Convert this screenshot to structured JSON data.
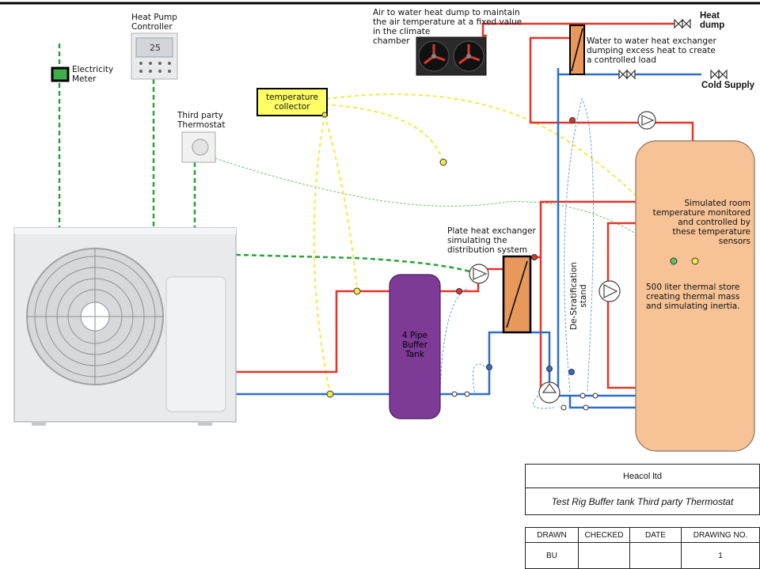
{
  "labels": {
    "heat_pump_controller": "Heat Pump\nController",
    "controller_display": "25",
    "electricity_meter": "Electricity\nMeter",
    "third_party_thermostat": "Third party\nThermostat",
    "temperature_collector": "temperature\ncollector",
    "air_to_water": "Air to water heat dump to maintain\nthe air temperature at a fixed value\nin the climate\nchamber",
    "water_to_water": "Water to water heat exchanger\ndumping excess heat to create\na controlled load",
    "heat_dump": "Heat\ndump",
    "cold_supply": "Cold Supply",
    "simulated_room": "Simulated room\ntemperature monitored\nand controlled by\nthese temperature\nsensors",
    "thermal_store": "500 liter thermal store\ncreating thermal mass\nand simulating inertia.",
    "plate_hx": "Plate heat exchanger\nsimulating the\ndistribution system",
    "buffer_tank": "4 Pipe\nBuffer\nTank",
    "destrat": "De-Stratification\nstand"
  },
  "title_block": {
    "company": "Heacol ltd",
    "title": "Test Rig Buffer tank Third party Thermostat",
    "headers": [
      "DRAWN",
      "CHECKED",
      "DATE",
      "DRAWING NO."
    ],
    "values": [
      "BU",
      "",
      "",
      "1"
    ]
  },
  "colors": {
    "flow": "#e0362c",
    "return": "#2f6fc7",
    "signal": "#2aa339",
    "sensor": "#f2e94a",
    "buffer": "#7d3a96",
    "store": "#f6c296",
    "hx": "#e8985a"
  }
}
